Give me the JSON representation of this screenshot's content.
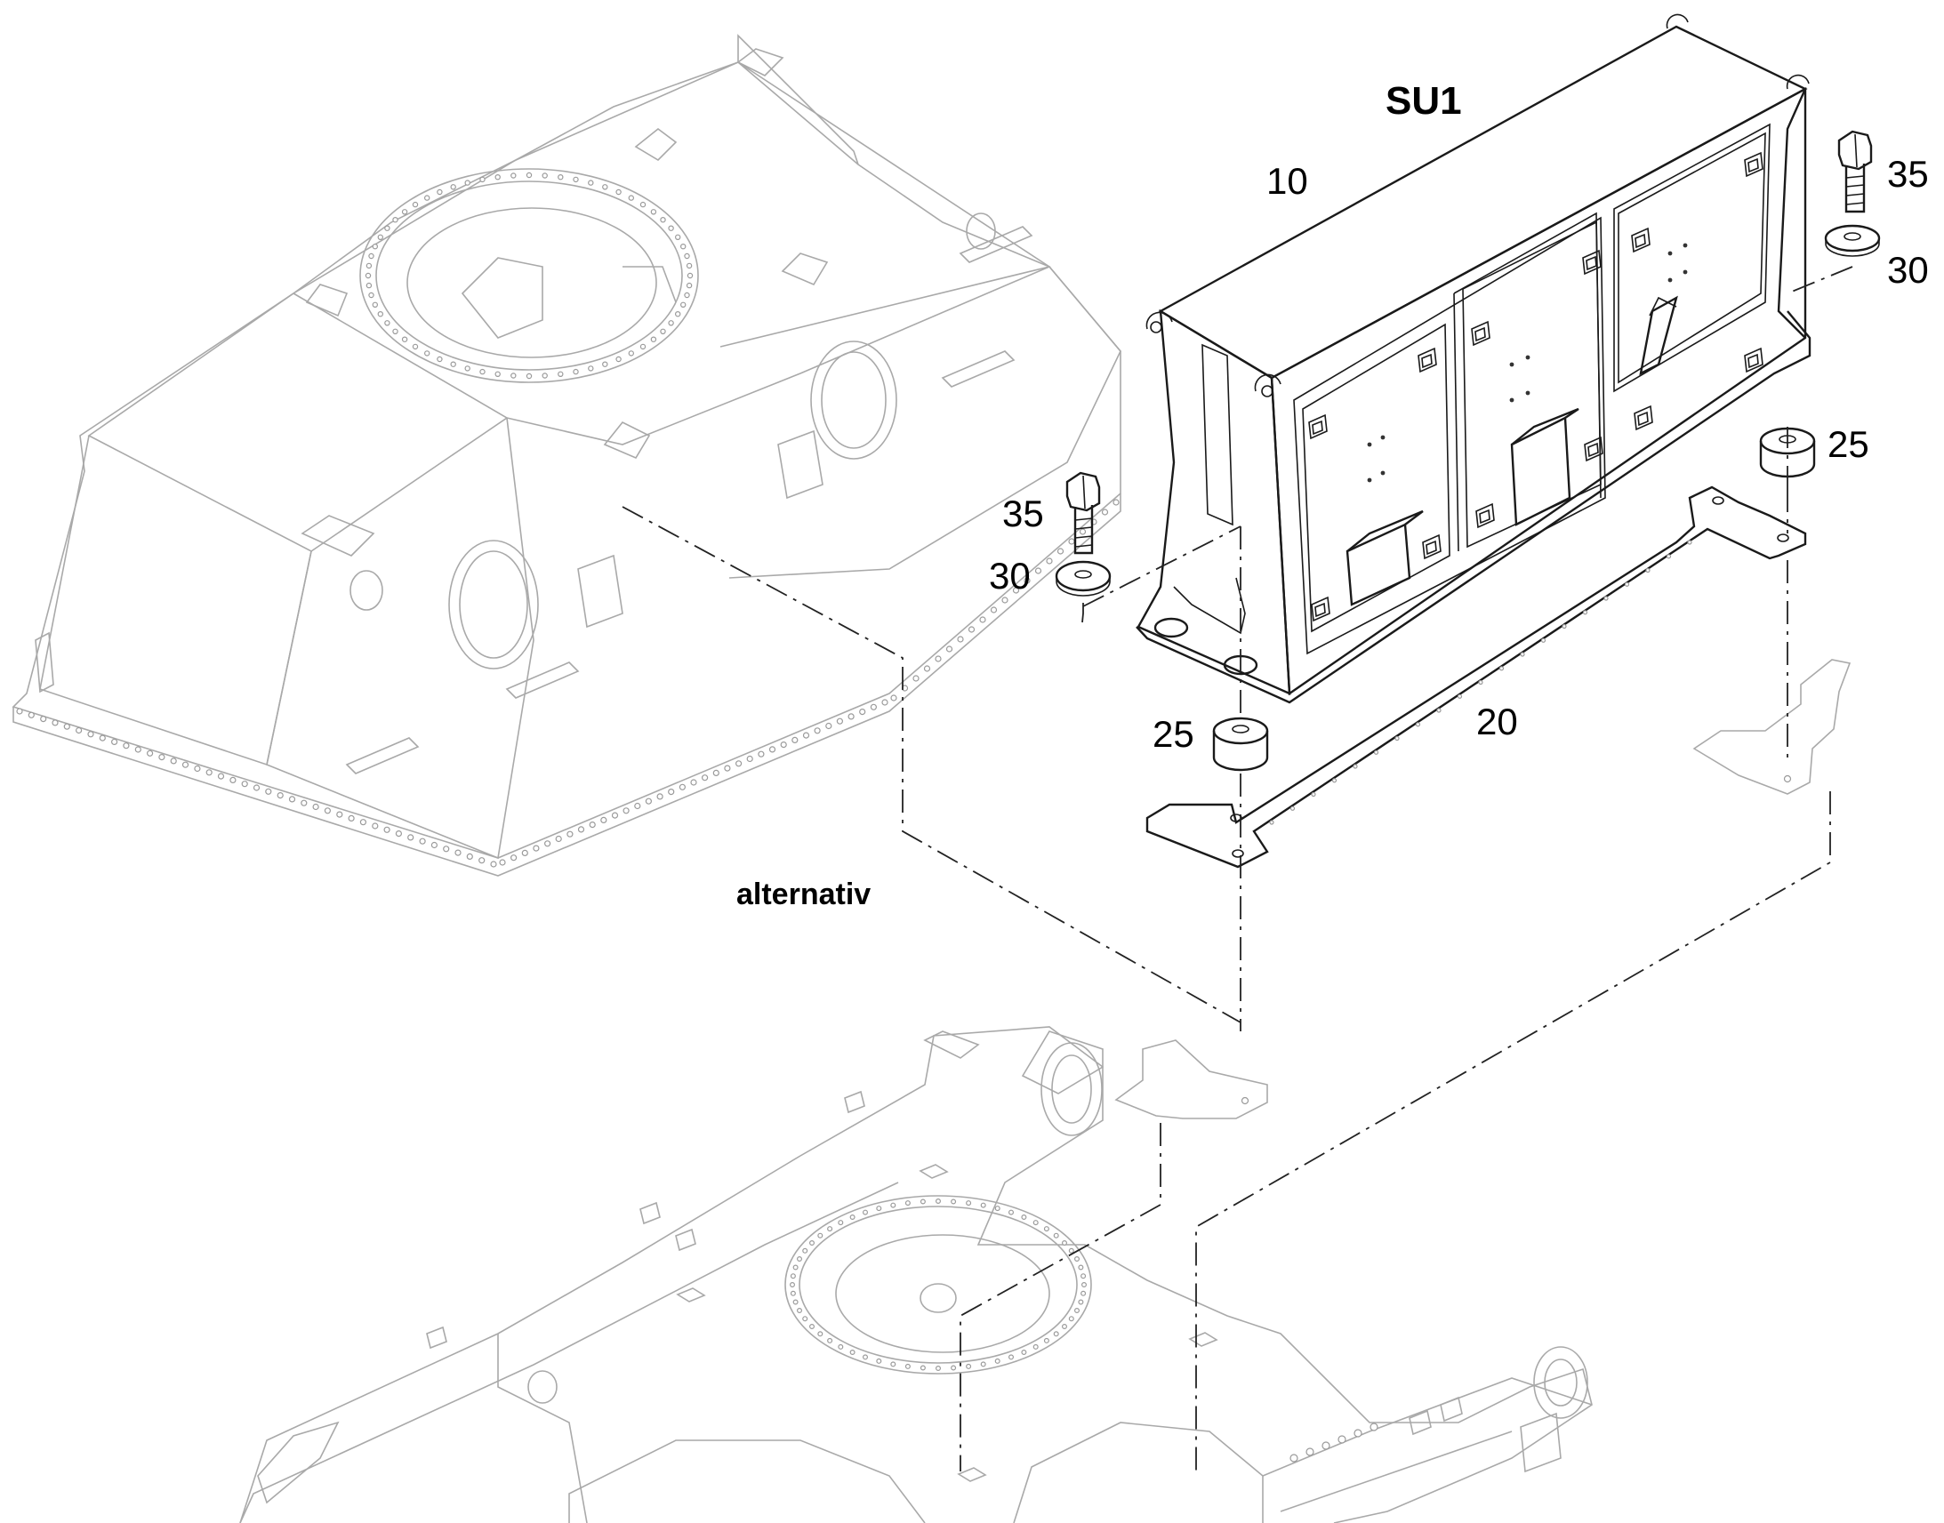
{
  "title": "SU1",
  "alternative_label": "alternativ",
  "callouts": {
    "cabinet": "10",
    "plate": "20",
    "damper_left": "25",
    "damper_right": "25",
    "washer_left": "30",
    "washer_right": "30",
    "bolt_left": "35",
    "bolt_right": "35"
  }
}
